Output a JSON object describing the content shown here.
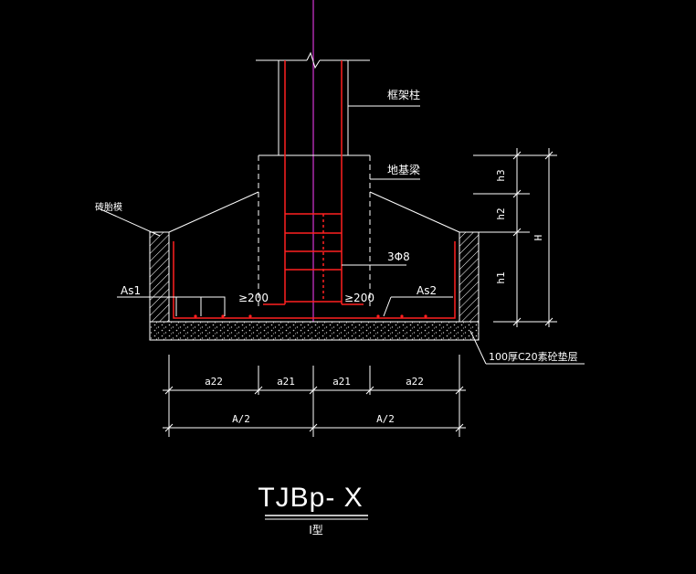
{
  "colors": {
    "background": "#000000",
    "line": "#ffffff",
    "rebar": "#ff2020",
    "axis": "#ff40ff"
  },
  "labels": {
    "frame_column": "框架柱",
    "ground_beam": "地基梁",
    "brick_mold": "砖胎模",
    "stirrup": "3Φ8",
    "as1": "As1",
    "as2": "As2",
    "min_left": "≥200",
    "min_right": "≥200",
    "cushion": "100厚C20素砼垫层"
  },
  "dimensions": {
    "h3": "h3",
    "h2": "h2",
    "h1": "h1",
    "H": "H",
    "a22_left": "a22",
    "a21_left": "a21",
    "a21_right": "a21",
    "a22_right": "a22",
    "half_left": "A/2",
    "half_right": "A/2"
  },
  "title": {
    "main": "TJBp- X",
    "type": "Ⅰ型"
  }
}
